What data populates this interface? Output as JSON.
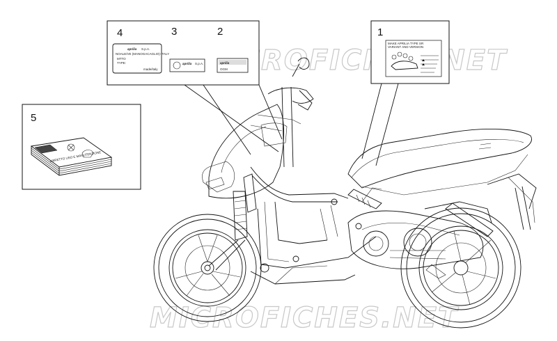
{
  "callouts": {
    "c1": "1",
    "c2": "2",
    "c3": "3",
    "c4": "4",
    "c5": "5"
  },
  "labels": {
    "plate_brand": "aprilia",
    "plate_brand_suffix": "S.p.A.",
    "plate_address": "NOALE/VE (MANOGACAGLIO)-ITALY",
    "plate_mtto": "MTTO",
    "plate_type": "TYPE:",
    "plate_maker": "made/italy",
    "sticker3_brand": "aprilia",
    "sticker3_suffix": "S.p.A.",
    "sticker2_brand": "aprilia",
    "sticker2_text": "OGM",
    "manual_text": "LIBRETTO USO E MANUTENZIONE",
    "decal_text_1": "MAKE APRILIA TYPE SR",
    "decal_text_2": "VARIANT AND VERSION"
  },
  "watermark": {
    "top": "MICROFICHES.NET",
    "bottom": "MICROFICHES.NET"
  },
  "colors": {
    "line": "#111111",
    "watermark": "#c8c8c8",
    "background": "#ffffff"
  }
}
